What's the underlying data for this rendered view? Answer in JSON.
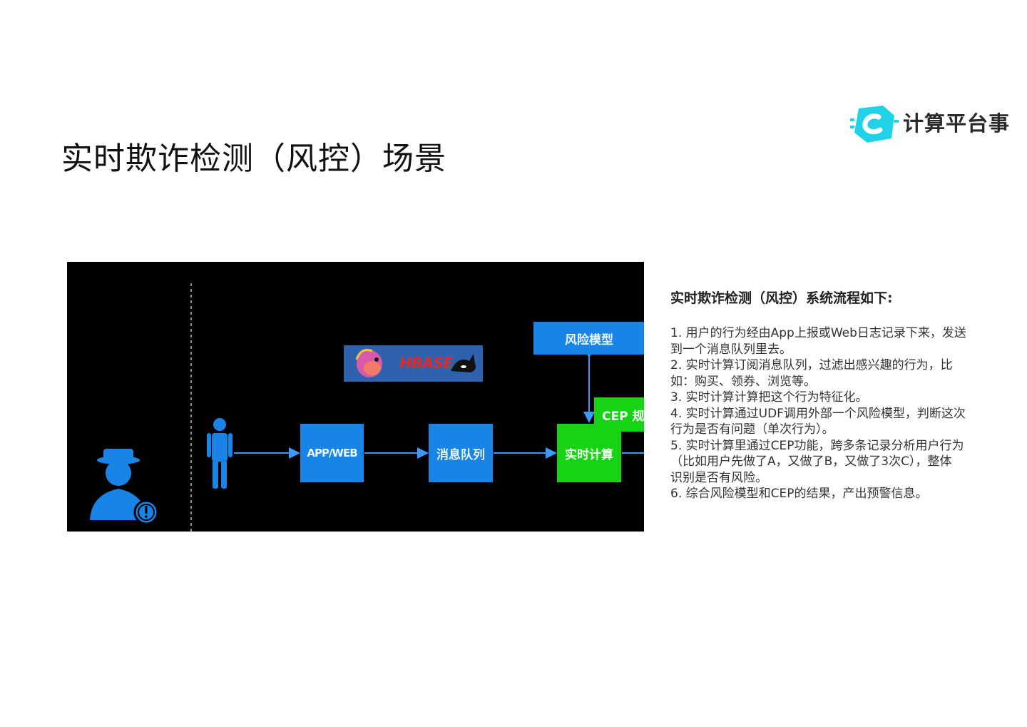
{
  "slide": {
    "title": "实时欺诈检测（风控）场景"
  },
  "logo": {
    "text": "计算平台事",
    "accent_color": "#1fd2e6"
  },
  "diagram": {
    "boxes": {
      "risk_model": "风险模型",
      "app_web": "APP/WEB",
      "message_queue": "消息队列",
      "realtime_compute": "实时计算",
      "cep_rules": "CEP 规"
    },
    "badge_text": "HBASE",
    "colors": {
      "blue": "#1784e6",
      "green": "#16d414",
      "background": "#000000"
    },
    "icons": [
      "fraudster-icon",
      "warning-icon",
      "user-icon",
      "squirrel-logo-icon",
      "orca-icon"
    ]
  },
  "panel": {
    "heading": "实时欺诈检测（风控）系统流程如下:",
    "steps": [
      "1. 用户的行为经由App上报或Web日志记录下来，发送\n到一个消息队列里去。",
      "2. 实时计算订阅消息队列，过滤出感兴趣的行为，比\n如：购买、领券、浏览等。",
      "3. 实时计算计算把这个行为特征化。",
      "4. 实时计算通过UDF调用外部一个风险模型，判断这次\n行为是否有问题（单次行为）。",
      "5. 实时计算里通过CEP功能，跨多条记录分析用户行为\n（比如用户先做了A，又做了B，又做了3次C），整体\n识别是否有风险。",
      "6. 综合风险模型和CEP的结果，产出预警信息。"
    ]
  }
}
